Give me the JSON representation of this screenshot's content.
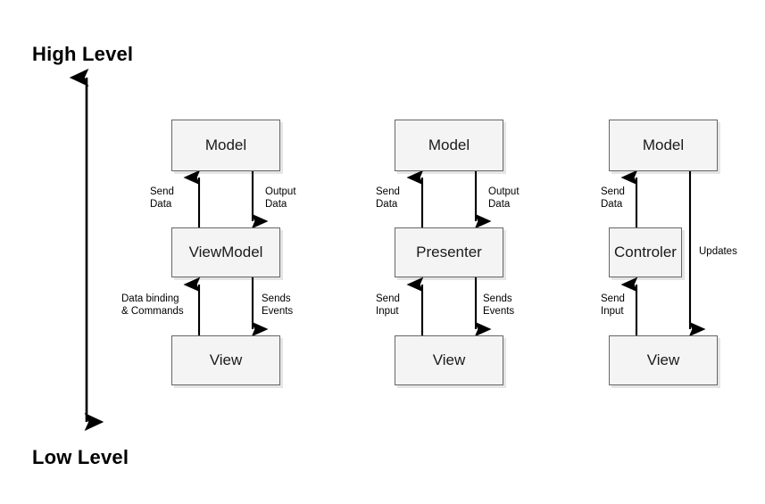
{
  "axis": {
    "high_label": "High Level",
    "low_label": "Low Level",
    "arrow_name": "level-axis-double-arrow"
  },
  "columns": [
    {
      "id": "mvvm",
      "nodes": {
        "top": "Model",
        "middle": "ViewModel",
        "bottom": "View"
      },
      "edges": {
        "up_top": "Send\nData",
        "down_top": "Output\nData",
        "up_bottom": "Data binding\n& Commands",
        "down_bottom": "Sends\nEvents"
      }
    },
    {
      "id": "mvp",
      "nodes": {
        "top": "Model",
        "middle": "Presenter",
        "bottom": "View"
      },
      "edges": {
        "up_top": "Send\nData",
        "down_top": "Output\nData",
        "up_bottom": "Send\nInput",
        "down_bottom": "Sends\nEvents"
      }
    },
    {
      "id": "mvc",
      "nodes": {
        "top": "Model",
        "middle": "Controler",
        "bottom": "View"
      },
      "edges": {
        "up_top": "Send\nData",
        "up_bottom": "Send\nInput",
        "bypass": "Updates"
      }
    }
  ],
  "colors": {
    "background": "#ffffff",
    "node_fill": "#f4f4f4",
    "node_stroke": "#666666",
    "arrow_stroke": "#000000",
    "text": "#000000"
  }
}
